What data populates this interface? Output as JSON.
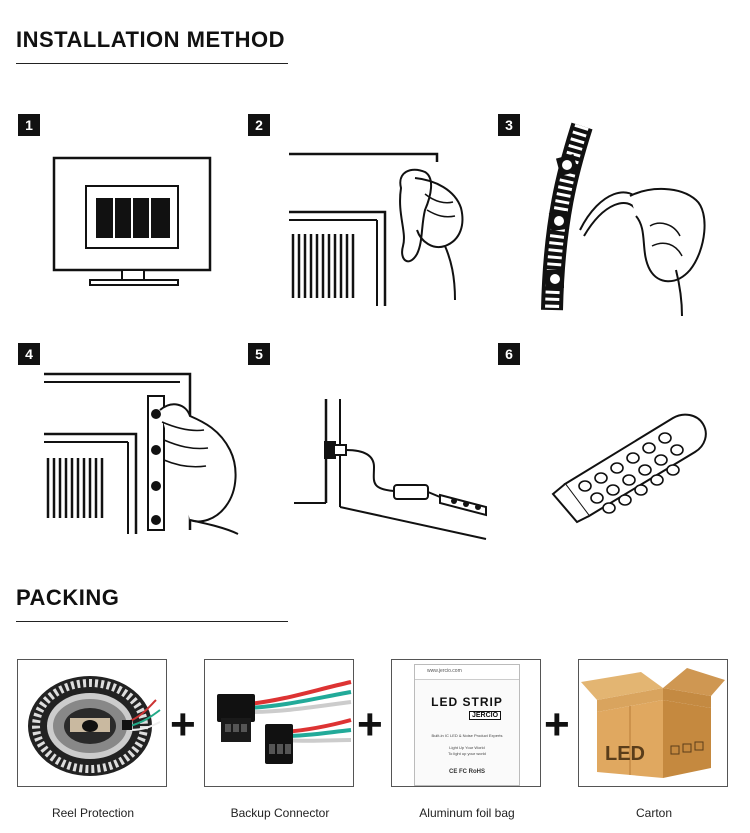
{
  "installation": {
    "title": "INSTALLATION METHOD",
    "steps": [
      {
        "number": "1",
        "icon": "tv-icon"
      },
      {
        "number": "2",
        "icon": "wipe-surface-icon"
      },
      {
        "number": "3",
        "icon": "peel-tape-icon"
      },
      {
        "number": "4",
        "icon": "press-strip-icon"
      },
      {
        "number": "5",
        "icon": "connect-controller-icon"
      },
      {
        "number": "6",
        "icon": "remote-control-icon"
      }
    ]
  },
  "packing": {
    "title": "PACKING",
    "separator": "+",
    "items": [
      {
        "caption": "Reel Protection"
      },
      {
        "caption": "Backup Connector"
      },
      {
        "caption": "Aluminum foil bag",
        "bag_title": "LED STRIP",
        "bag_brand": "JERCIO",
        "bag_site": "www.jercio.com",
        "bag_lines": [
          "Built-in IC LED & Noise Product Experts",
          "Light Up Your World",
          "To light up your world"
        ],
        "bag_marks": "CE FC RoHS"
      },
      {
        "caption": "Carton",
        "carton_label": "LED"
      }
    ]
  }
}
